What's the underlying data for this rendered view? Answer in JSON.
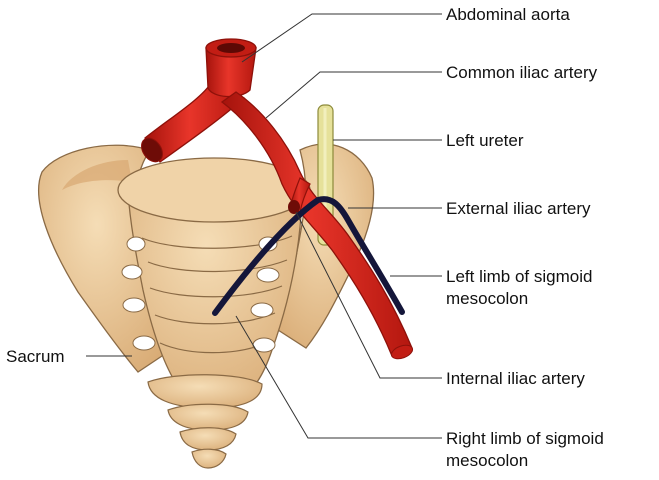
{
  "labels": {
    "abdominal_aorta": "Abdominal aorta",
    "common_iliac_artery": "Common iliac artery",
    "left_ureter": "Left ureter",
    "external_iliac_artery": "External iliac artery",
    "left_limb_line1": "Left limb of sigmoid",
    "left_limb_line2": "mesocolon",
    "internal_iliac_artery": "Internal iliac artery",
    "right_limb_line1": "Right limb of sigmoid",
    "right_limb_line2": "mesocolon",
    "sacrum": "Sacrum"
  },
  "colors": {
    "bone": "#ecc99a",
    "bone_shadow": "#d3a66f",
    "bone_outline": "#8a6a45",
    "artery": "#e0281e",
    "artery_dark": "#9e120c",
    "ureter": "#e8e39a",
    "mesocolon_line": "#14163a",
    "leader": "#333333"
  }
}
